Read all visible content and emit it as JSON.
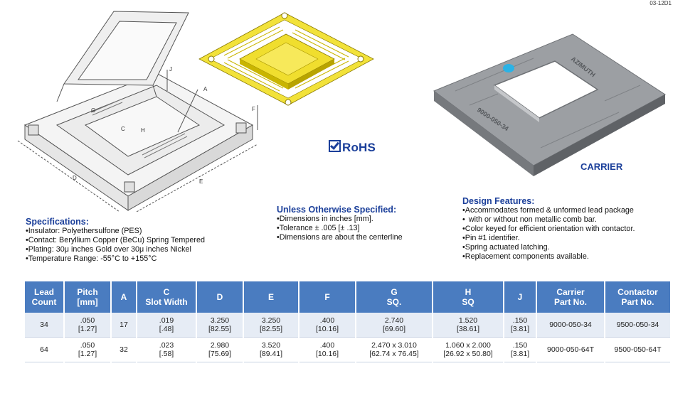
{
  "doc_number": "03-12D1",
  "rohs": {
    "label": "RoHS"
  },
  "carrier_label": "CARRIER",
  "carrier_engraving": {
    "brand": "AZIMUTH",
    "part": "9000-050-34"
  },
  "drawing_labels": {
    "j": "J",
    "a": "A",
    "d": "D",
    "e": "E",
    "f": "F",
    "g": "G",
    "c": "C",
    "h": "H"
  },
  "specifications": {
    "title": "Specifications:",
    "items": [
      "Insulator: Polyethersulfone (PES)",
      "Contact: Beryllium Copper (BeCu) Spring Tempered",
      "Plating: 30μ inches Gold over 30μ inches Nickel",
      "Temperature Range: -55°C to +155°C"
    ]
  },
  "unless": {
    "title": "Unless Otherwise Specified:",
    "items": [
      "Dimensions in inches [mm].",
      "Tolerance ± .005 [± .13]",
      "Dimensions are about the centerline"
    ]
  },
  "design": {
    "title": "Design  Features:",
    "items": [
      "Accommodates formed & unformed lead package",
      " with  or without non metallic comb bar.",
      "Color keyed for efficient orientation with contactor.",
      "Pin #1 identifier.",
      "Spring actuated latching.",
      "Replacement components available."
    ]
  },
  "table": {
    "headers": [
      [
        "Lead",
        "Count"
      ],
      [
        "Pitch",
        "[mm]"
      ],
      [
        "A",
        ""
      ],
      [
        "C",
        "Slot Width"
      ],
      [
        "D",
        ""
      ],
      [
        "E",
        ""
      ],
      [
        "F",
        ""
      ],
      [
        "G",
        "SQ."
      ],
      [
        "H",
        "SQ"
      ],
      [
        "J",
        ""
      ],
      [
        "Carrier",
        "Part No."
      ],
      [
        "Contactor",
        "Part No."
      ]
    ],
    "rows": [
      [
        [
          "34",
          ""
        ],
        [
          ".050",
          "[1.27]"
        ],
        [
          "17",
          ""
        ],
        [
          ".019",
          "[.48]"
        ],
        [
          "3.250",
          "[82.55]"
        ],
        [
          "3.250",
          "[82.55]"
        ],
        [
          ".400",
          "[10.16]"
        ],
        [
          "2.740",
          "[69.60]"
        ],
        [
          "1.520",
          "[38.61]"
        ],
        [
          ".150",
          "[3.81]"
        ],
        [
          "9000-050-34",
          ""
        ],
        [
          "9500-050-34",
          ""
        ]
      ],
      [
        [
          "64",
          ""
        ],
        [
          ".050",
          "[1.27]"
        ],
        [
          "32",
          ""
        ],
        [
          ".023",
          "[.58]"
        ],
        [
          "2.980",
          "[75.69]"
        ],
        [
          "3.520",
          "[89.41]"
        ],
        [
          ".400",
          "[10.16]"
        ],
        [
          "2.470 x 3.010",
          "[62.74 x 76.45]"
        ],
        [
          "1.060 x 2.000",
          "[26.92 x 50.80]"
        ],
        [
          ".150",
          "[3.81]"
        ],
        [
          "9000-050-64T",
          ""
        ],
        [
          "9500-050-64T",
          ""
        ]
      ]
    ]
  }
}
